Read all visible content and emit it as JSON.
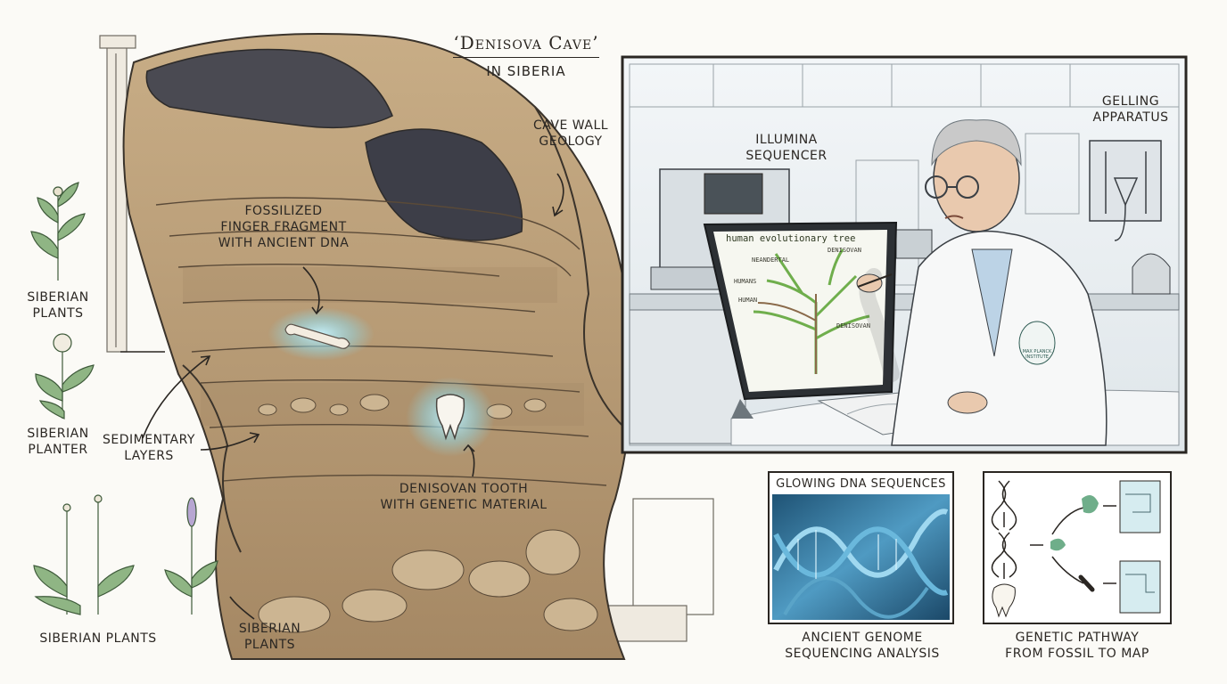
{
  "title": {
    "main": "‘Denisova Cave’",
    "sub": "in Siberia"
  },
  "cave_labels": {
    "cave_wall": "Cave wall\ngeology",
    "finger": "Fossilized\nfinger fragment\nwith ancient DNA",
    "tooth": "Denisovan tooth\nwith genetic material",
    "sediment": "Sedimentary\nlayers"
  },
  "plant_labels": {
    "plants_1": "Siberian\nplants",
    "planter": "Siberian\nplanter",
    "plants_bottom": "Siberian plants",
    "plants_right": "Siberian\nplants"
  },
  "lab_labels": {
    "sequencer": "Illumina\nsequencer",
    "gelling": "Gelling\napparatus",
    "tablet_title": "human evolutionary tree",
    "tree_nodes": [
      "Neandertal",
      "Denisovan",
      "Human",
      "Denisovan",
      "Humans"
    ],
    "badge": "Max Planck Institute"
  },
  "panels": {
    "dna_header": "Glowing DNA sequences",
    "dna_caption": "Ancient genome\nsequencing analysis",
    "pathway_caption": "Genetic pathway\nfrom fossil to map"
  },
  "colors": {
    "ink": "#2a2622",
    "cave_rock": "#b99d77",
    "cave_dark": "#4a4a52",
    "glow": "#8fe0f5",
    "plant_green": "#6f9a6a",
    "lab_bg": "#e8eef2",
    "dna_blue": "#3d7fa6"
  },
  "icons": [
    "plant-icon",
    "dna-helix-icon",
    "tooth-icon",
    "bone-icon",
    "map-icon",
    "arrow-icon"
  ]
}
